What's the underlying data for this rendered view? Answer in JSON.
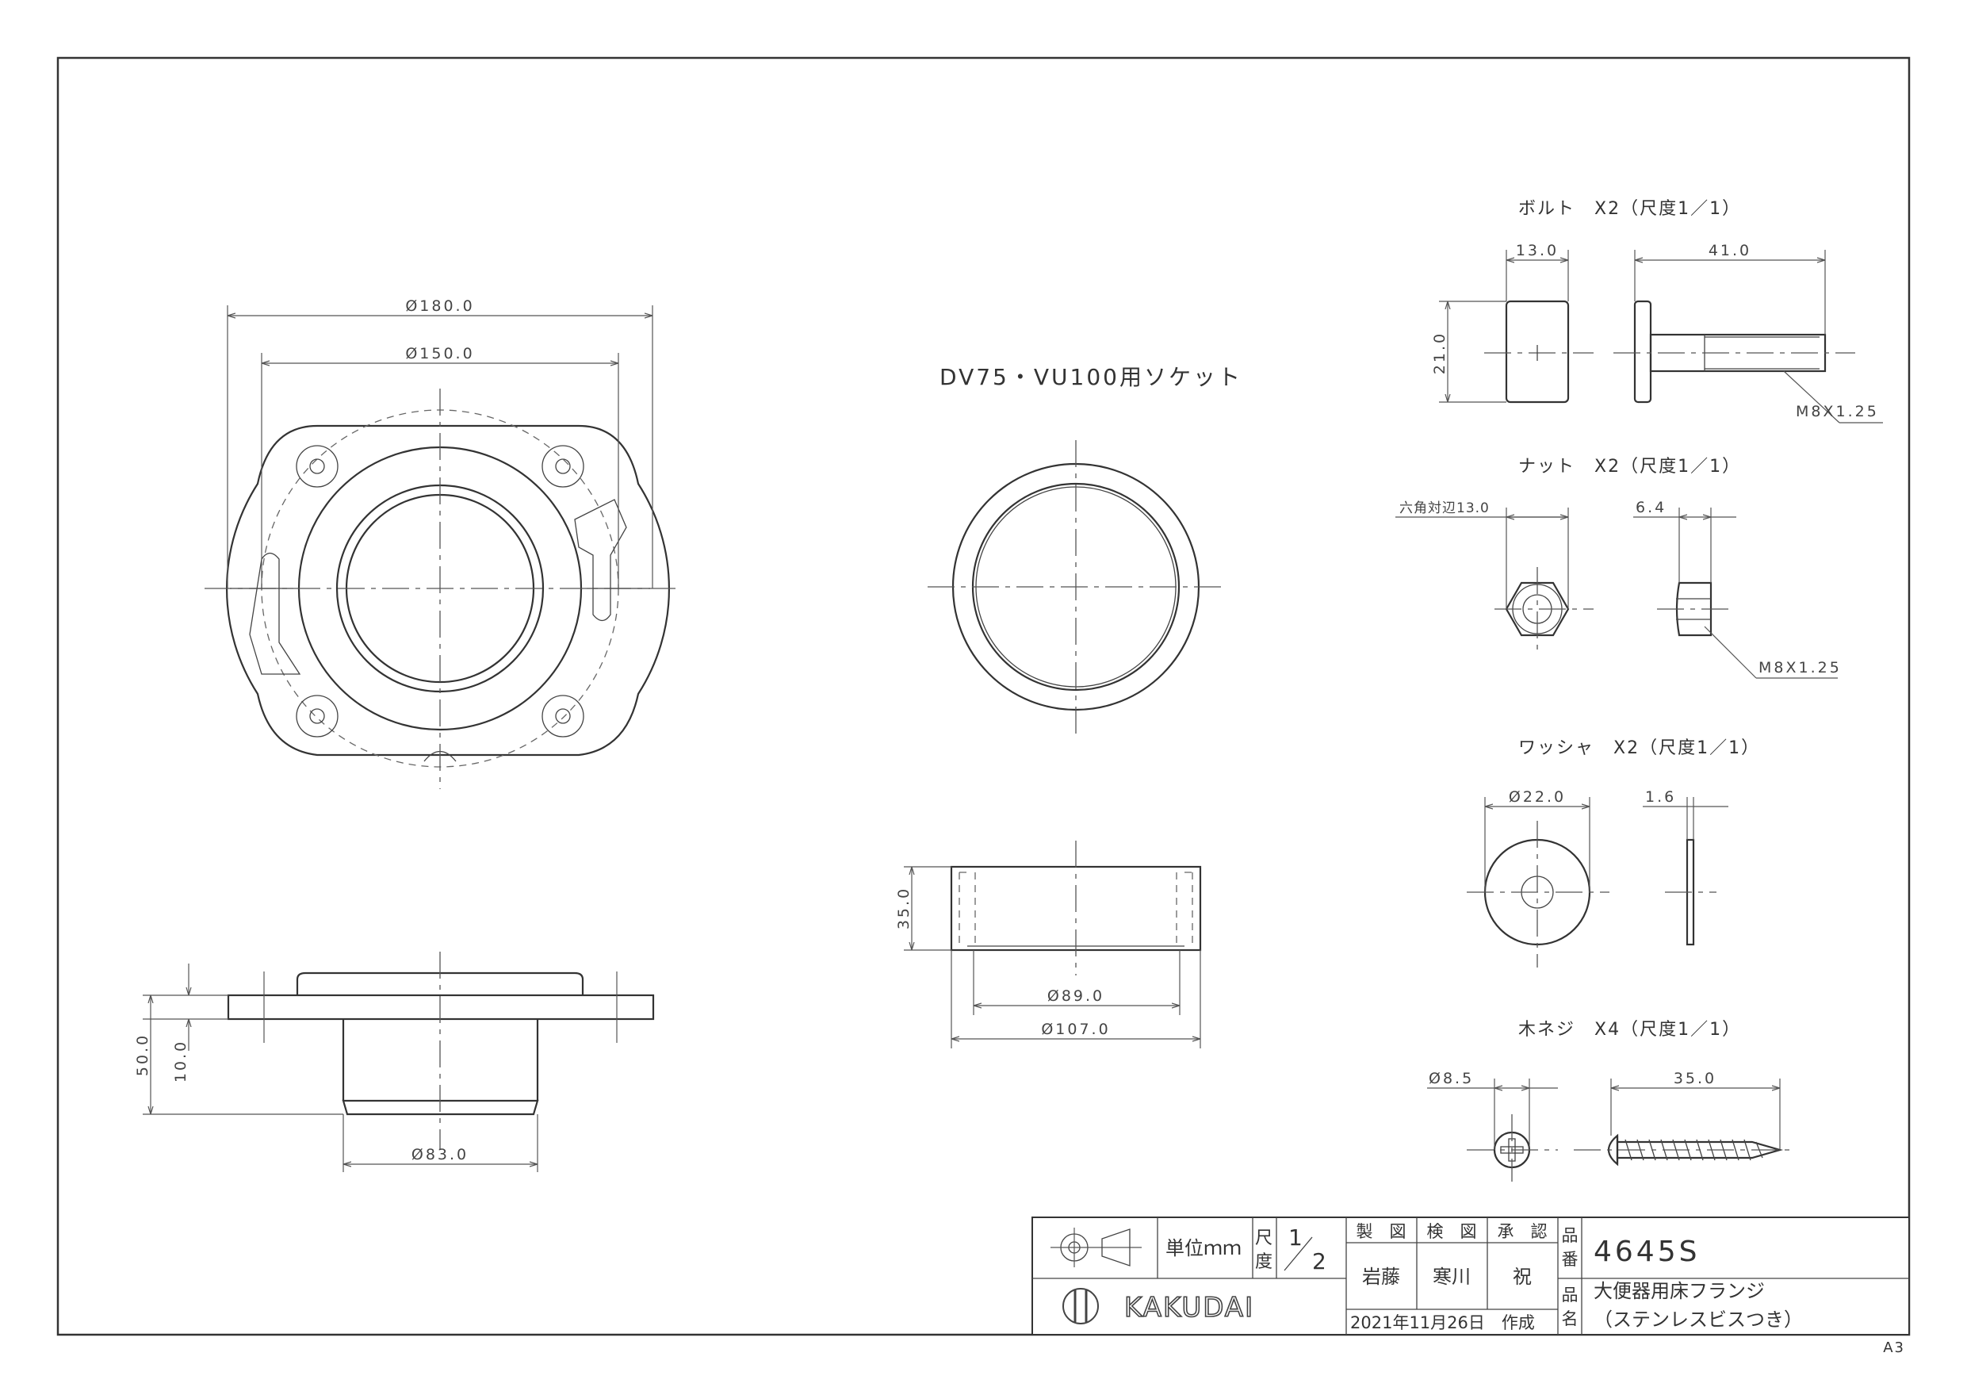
{
  "drawing": {
    "socket_label": "DV75・VU100用ソケット",
    "sheet_size": "A3"
  },
  "dimensions": {
    "flange_outer_dia": "Ø180.0",
    "flange_bolt_circle": "Ø150.0",
    "flange_height": "50.0",
    "flange_thickness": "10.0",
    "flange_pipe_dia": "Ø83.0",
    "socket_height": "35.0",
    "socket_inner_dia": "Ø89.0",
    "socket_outer_dia": "Ø107.0",
    "bolt_head_w": "13.0",
    "bolt_head_h": "21.0",
    "bolt_len": "41.0",
    "bolt_thread": "M8X1.25",
    "nut_hex": "六角対辺13.0",
    "nut_thick": "6.4",
    "nut_thread": "M8X1.25",
    "washer_dia": "Ø22.0",
    "washer_thick": "1.6",
    "screw_head_dia": "Ø8.5",
    "screw_len": "35.0"
  },
  "parts": {
    "bolt": "ボルト　X2（尺度1／1）",
    "nut": "ナット　X2（尺度1／1）",
    "washer": "ワッシャ　X2（尺度1／1）",
    "screw": "木ネジ　X4（尺度1／1）"
  },
  "title_block": {
    "unit_label": "単位ｍｍ",
    "scale_label_1": "尺",
    "scale_label_2": "度",
    "scale_num": "1",
    "scale_den": "2",
    "drawn_label": "製　図",
    "checked_label": "検　図",
    "approved_label": "承　認",
    "drawn_by": "岩藤",
    "checked_by": "寒川",
    "approved_by": "祝",
    "hinban_1": "品",
    "hinban_2": "番",
    "part_number": "4645S",
    "hinmei_1": "品",
    "hinmei_2": "名",
    "product_name_1": "大便器用床フランジ",
    "product_name_2": "（ステンレスビスつき）",
    "date_text": "2021年11月26日　作成",
    "company": "KAKUDAI"
  }
}
